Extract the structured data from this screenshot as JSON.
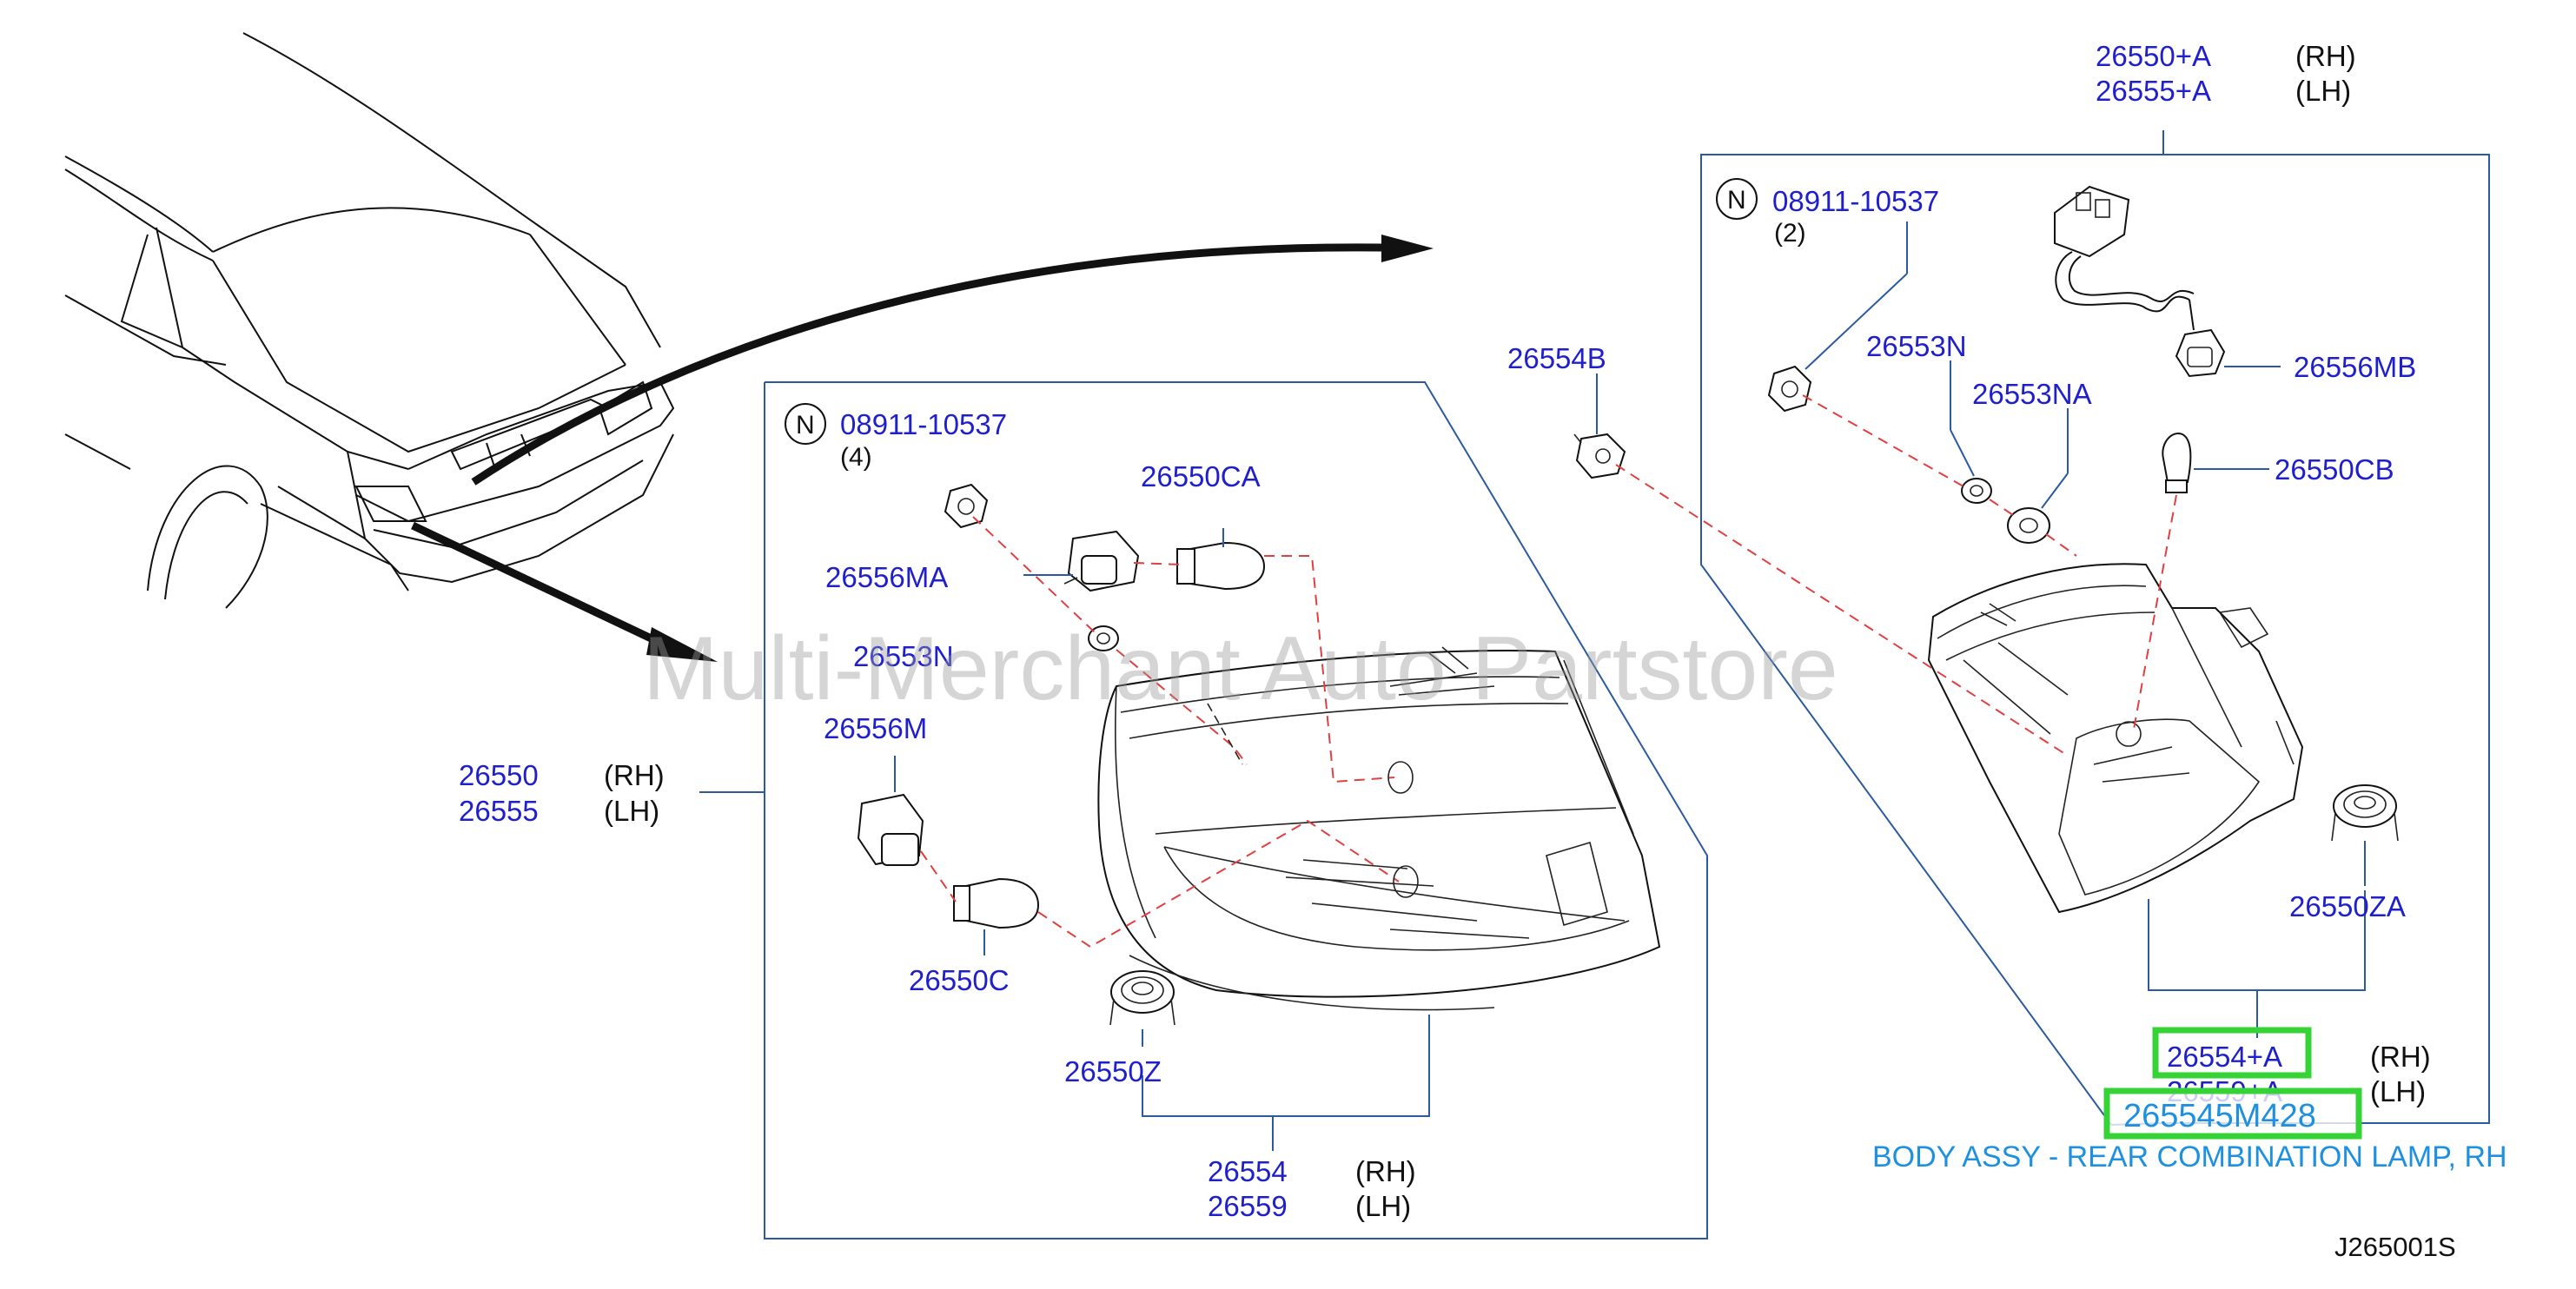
{
  "callouts": {
    "assy_rh": "26550+A",
    "assy_lh": "26555+A",
    "right_n_part": "08911-10537",
    "right_n_qty": "(2)",
    "p26553n_right": "26553N",
    "p26553na": "26553NA",
    "p26556mb": "26556MB",
    "p26550cb": "26550CB",
    "p26554b": "26554B",
    "left_n_part": "08911-10537",
    "left_n_qty": "(4)",
    "p26550ca": "26550CA",
    "p26556ma": "26556MA",
    "p26553n_left": "26553N",
    "p26556m": "26556M",
    "p26550c": "26550C",
    "p26550z": "26550Z",
    "p26550za": "26550ZA",
    "main_rh": "26550",
    "main_lh": "26555",
    "body_rh": "26554",
    "body_lh": "26559",
    "inner_rh": "26554+A",
    "inner_lh": "26559+A",
    "highlight_part": "265545M428",
    "highlight_desc": "BODY ASSY - REAR COMBINATION LAMP, RH",
    "rh": "(RH)",
    "lh": "(LH)",
    "n_letter": "N",
    "diagram_code": "J265001S"
  },
  "watermark": "Multi-Merchant Auto Partstore",
  "colors": {
    "callout": "#1f1fcc",
    "highlight_text": "#1e90e0",
    "highlight_box": "#35d335",
    "leader_line": "#2c5aa0",
    "dashed_line": "#e04040"
  },
  "icons": [
    "car-rear-icon",
    "tail-lamp-icon",
    "bulb-socket-icon",
    "bulb-icon",
    "nut-icon",
    "washer-icon",
    "clip-icon",
    "seal-roll-icon",
    "wire-harness-icon",
    "arrow-icon"
  ]
}
